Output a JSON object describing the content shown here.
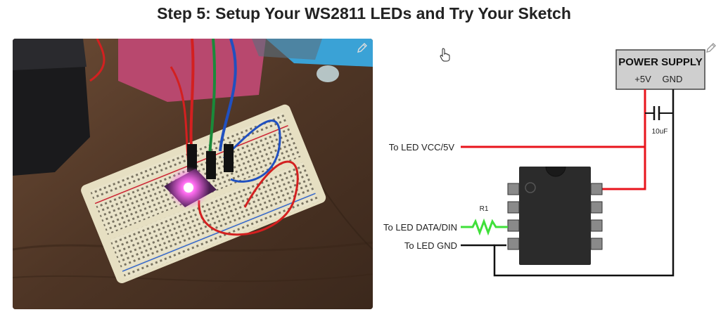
{
  "page": {
    "title": "Step 5: Setup Your WS2811 LEDs and Try Your Sketch"
  },
  "photo": {
    "edit_icon": "pencil-icon"
  },
  "diagram": {
    "edit_icon": "pencil-icon",
    "power_supply": {
      "title": "POWER SUPPLY",
      "pin_plus": "+5V",
      "pin_gnd": "GND"
    },
    "capacitor_label": "10uF",
    "resistor_label": "R1",
    "labels": {
      "vcc": "To LED VCC/5V",
      "data": "To LED DATA/DIN",
      "gnd": "To LED GND"
    },
    "colors": {
      "vcc_wire": "#e8141c",
      "data_wire": "#3fe03a",
      "gnd_wire": "#111111",
      "chip": "#2b2b2b",
      "pin": "#8a8a8a",
      "supply_box": "#cfcfcf"
    }
  },
  "cursor": {
    "icon": "hand-pointer-icon"
  }
}
